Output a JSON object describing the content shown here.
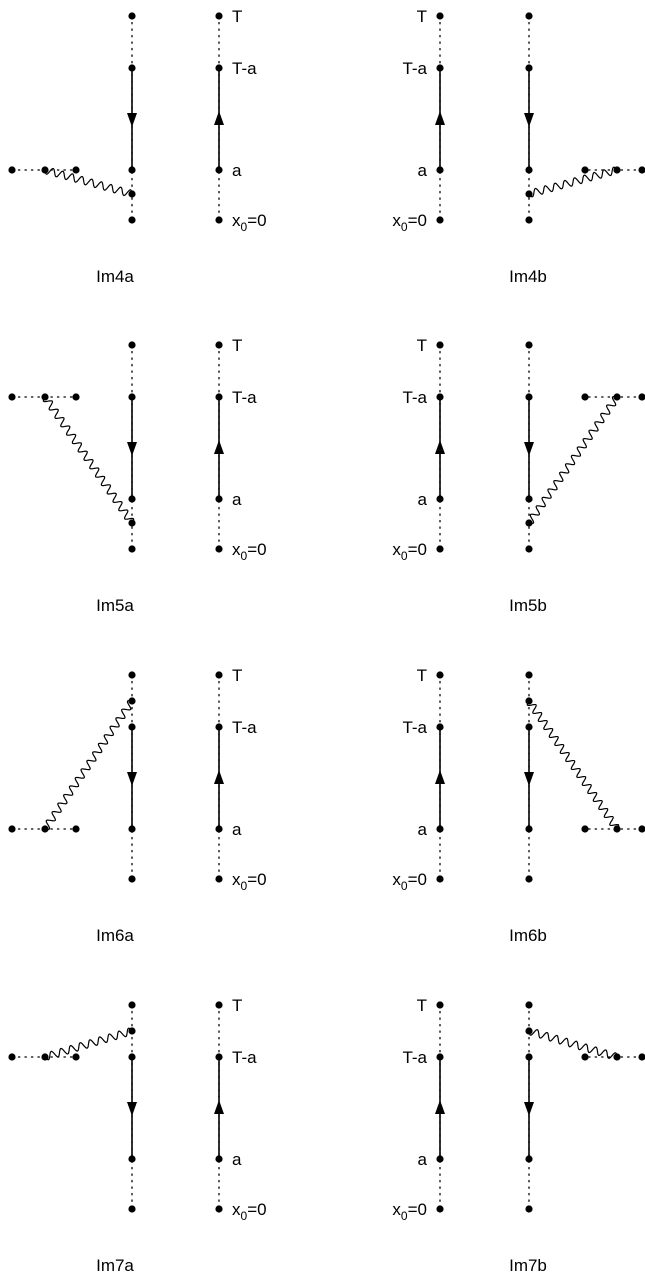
{
  "colors": {
    "ink": "#000000",
    "background": "#ffffff"
  },
  "row_labels": {
    "top": "T",
    "upper": "T-a",
    "lower": "a",
    "origin_base": "x",
    "origin_sub": "0",
    "origin_rest": "=0"
  },
  "diagrams": [
    {
      "caption": "Im4a",
      "side": "left",
      "start_vertex": "origin_plus",
      "end_vertex": "upper"
    },
    {
      "caption": "Im4b",
      "side": "right",
      "start_vertex": "origin_plus",
      "end_vertex": "upper"
    },
    {
      "caption": "Im5a",
      "side": "left",
      "start_vertex": "origin_plus",
      "end_vertex": "top"
    },
    {
      "caption": "Im5b",
      "side": "right",
      "start_vertex": "origin_plus",
      "end_vertex": "top"
    },
    {
      "caption": "Im6a",
      "side": "left",
      "start_vertex": "top_minus",
      "end_vertex": "origin"
    },
    {
      "caption": "Im6b",
      "side": "right",
      "start_vertex": "top_minus",
      "end_vertex": "origin"
    },
    {
      "caption": "Im7a",
      "side": "left",
      "start_vertex": "top_minus",
      "end_vertex": "upper"
    },
    {
      "caption": "Im7b",
      "side": "right",
      "start_vertex": "top_minus",
      "end_vertex": "upper"
    }
  ]
}
